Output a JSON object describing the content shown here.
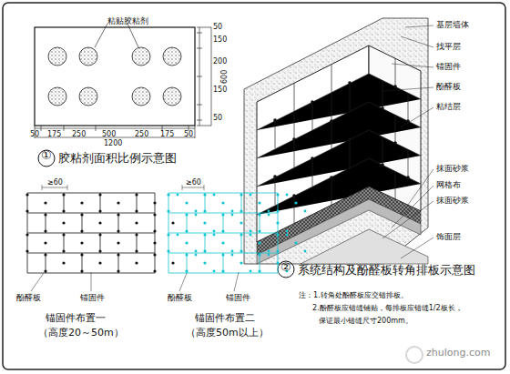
{
  "diagram": {
    "labels": [
      "粘贴胶粘剂",
      "50",
      "175",
      "250",
      "500",
      "250",
      "175",
      "50",
      "1200",
      "50",
      "150",
      "200",
      "150",
      "50",
      "600",
      "①",
      "胶粘剂面积比例示意图",
      "≥60",
      "≥60",
      "酚醛板",
      "锚固件",
      "锚固件布置一",
      "（高度20～50m）",
      "酚醛板",
      "锚固件",
      "锚固件布置二",
      "（高度50m以上）",
      "基层墙体",
      "找平层",
      "锚固件",
      "酚醛板",
      "粘结层",
      "抹面砂浆",
      "网格布",
      "抹面砂浆",
      "饰面层",
      "②",
      "系统结构及酚醛板转角排板示意图",
      "注：1.转角处酚醛板应交错排板。",
      "2.酚醛板应错缝铺贴，每排板应错缝1/2板长，",
      "保证最小错缝尺寸200mm。",
      "zhulong.com"
    ]
  }
}
